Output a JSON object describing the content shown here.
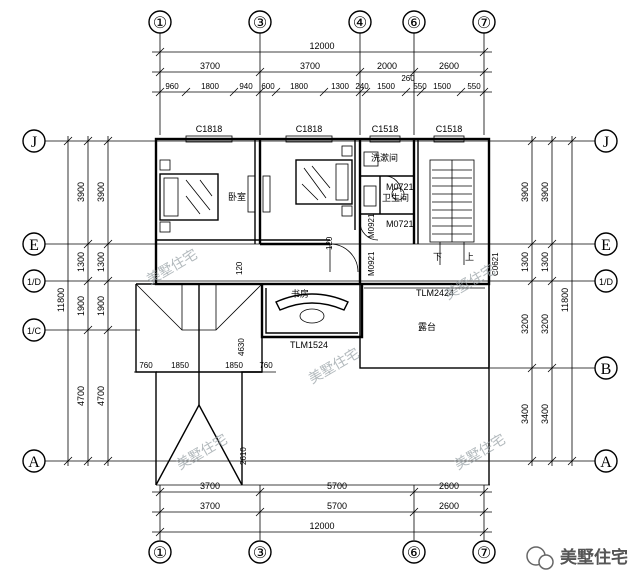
{
  "axes": {
    "top": [
      "①",
      "③",
      "④",
      "⑥",
      "⑦"
    ],
    "bottom": [
      "①",
      "③",
      "⑥",
      "⑦"
    ],
    "rows": [
      "J",
      "E",
      "1/D",
      "1/C",
      "B",
      "A"
    ]
  },
  "dims": {
    "total_top": "12000",
    "top_row1": [
      "3700",
      "3700",
      "2000",
      "2600"
    ],
    "top_mini": "260",
    "top_row2": [
      "960",
      "1800",
      "940",
      "600",
      "1800",
      "1300",
      "240",
      "1500",
      "550",
      "1500",
      "550"
    ],
    "bottom_row1": [
      "3700",
      "5700",
      "2600"
    ],
    "bottom_row2": [
      "3700",
      "5700",
      "2600"
    ],
    "total_bottom": "12000",
    "left_outer": "11800",
    "left_col": [
      "3900",
      "1300",
      "1900",
      "4700"
    ],
    "right_col_inner": [
      "3900",
      "1300",
      "3200",
      "3400"
    ],
    "right_col_outer": [
      "3900",
      "1300",
      "3200",
      "3400"
    ],
    "right_outer": "11800",
    "portico": [
      "760",
      "1850",
      "1850",
      "760"
    ],
    "misc": [
      "120",
      "120",
      "4630",
      "2610"
    ]
  },
  "windows": [
    "C1818",
    "C1818",
    "C1518",
    "C1518"
  ],
  "doors": [
    "M0721",
    "M0721",
    "M0921",
    "M0921",
    "C0621",
    "TLM2424",
    "TLM1524"
  ],
  "rooms": {
    "bedroom": "卧室",
    "wash": "洗漱间",
    "toilet": "卫生间",
    "study": "书房",
    "terrace": "露台",
    "stair_down": "下",
    "stair_up": "上"
  },
  "watermark": "美墅住宅",
  "logo": "美墅住宅"
}
